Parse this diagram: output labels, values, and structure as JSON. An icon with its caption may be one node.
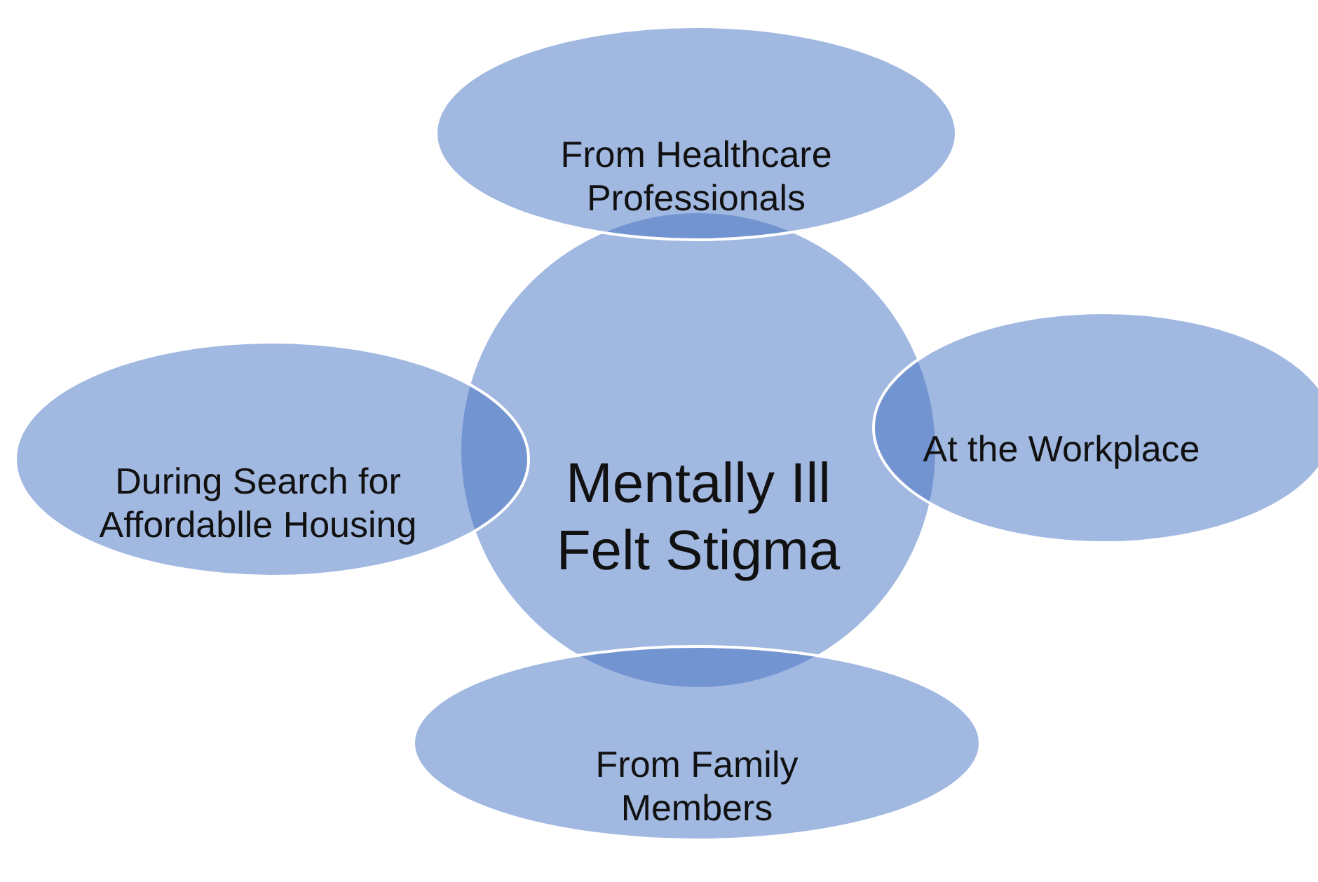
{
  "diagram": {
    "nodes": [
      {
        "text": [
          "From Healthcare Professionals"
        ]
      },
      {
        "text": [
          "During Search for Affordablle Housing"
        ]
      },
      {
        "text": [
          "Mentally Ill Felt Stigma"
        ]
      },
      {
        "text": [
          "At the Workplace"
        ]
      },
      {
        "text": [
          "From Family Members"
        ]
      }
    ]
  }
}
